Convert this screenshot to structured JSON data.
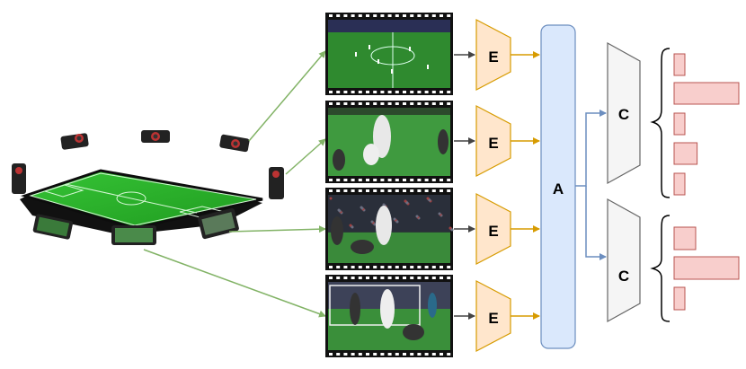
{
  "encoder_label": "E",
  "aggregator_label": "A",
  "classifier_label": "C",
  "colors": {
    "encoder_fill": "#ffe6cc",
    "encoder_stroke": "#d79b00",
    "aggregator_fill": "#dae8fc",
    "aggregator_stroke": "#6c8ebf",
    "classifier_fill": "#f5f5f5",
    "classifier_stroke": "#666666",
    "bar_fill": "#f8cecc",
    "bar_stroke": "#b85450",
    "camera_arrow": "#82b366",
    "pitch": "#2db52d"
  },
  "views": [
    {
      "scene": "wide-view"
    },
    {
      "scene": "close-up"
    },
    {
      "scene": "crowd-view"
    },
    {
      "scene": "goal-view"
    }
  ],
  "outputs": [
    {
      "bars": [
        0.15,
        0.9,
        0.15,
        0.32,
        0.15
      ]
    },
    {
      "bars": [
        0.3,
        0.9,
        0.15
      ]
    }
  ]
}
